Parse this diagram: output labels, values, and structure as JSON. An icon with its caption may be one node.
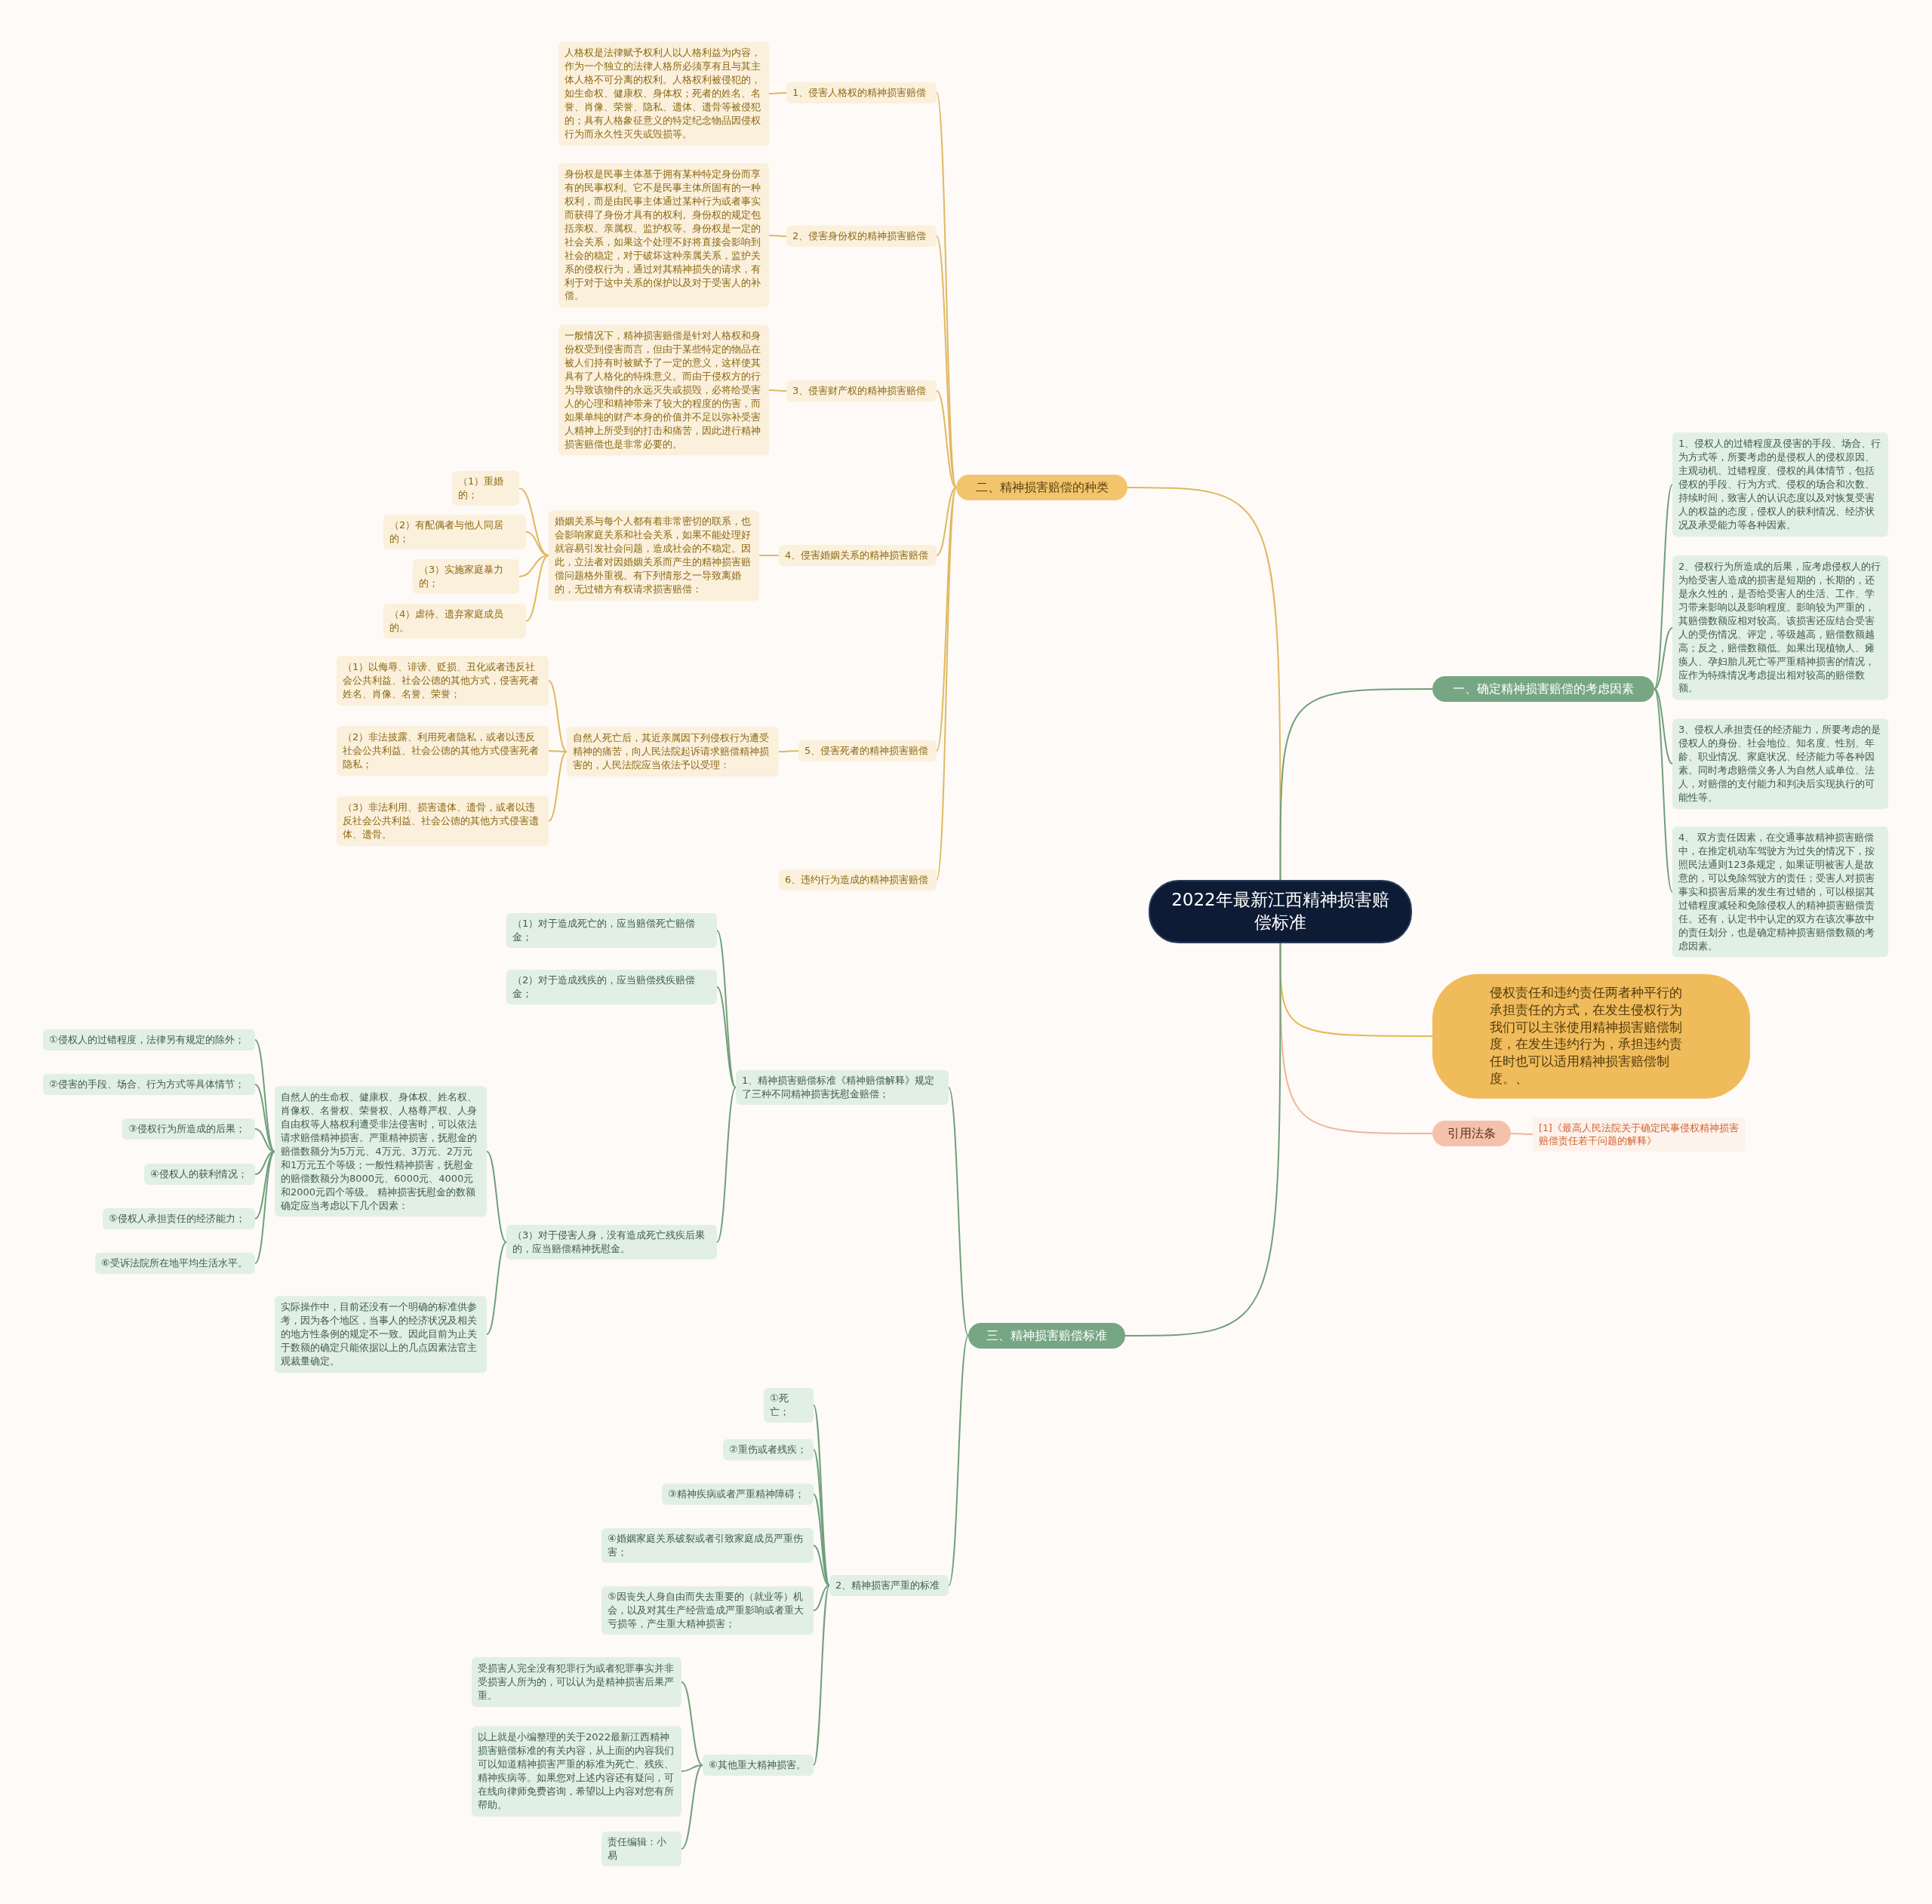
{
  "diagram": {
    "nodes": [
      {
        "text": [
          "2022年最新江西精神损害赔偿标准"
        ]
      },
      {
        "text": [
          "二、精神损害赔偿的种类"
        ]
      },
      {
        "text": [
          "1、侵害人格权的精神损害赔偿"
        ]
      },
      {
        "text": [
          "人格权是法律赋予权利人以人格利益为内容，作为一个独立的法律人格所必须享有且与其主体人格不可分离的权利。人格权利被侵犯的，如生命权、健康权、身体权；死者的姓名、名誉、肖像、荣誉、隐私、遗体、遗骨等被侵犯的；具有人格象征意义的特定纪念物品因侵权行为而永久性灭失或毁损等。"
        ]
      },
      {
        "text": [
          "2、侵害身份权的精神损害赔偿"
        ]
      },
      {
        "text": [
          "身份权是民事主体基于拥有某种特定身份而享有的民事权利。它不是民事主体所固有的一种权利，而是由民事主体通过某种行为或者事实而获得了身份才具有的权利。身份权的规定包括亲权、亲属权、监护权等。身份权是一定的社会关系，如果这个处理不好将直接会影响到社会的稳定，对于破坏这种亲属关系，监护关系的侵权行为，通过对其精神损失的请求，有利于对于这中关系的保护以及对于受害人的补偿。"
        ]
      },
      {
        "text": [
          "3、侵害财产权的精神损害赔偿"
        ]
      },
      {
        "text": [
          "一般情况下，精神损害赔偿是针对人格权和身份权受到侵害而言，但由于某些特定的物品在被人们持有时被赋予了一定的意义，这样使其具有了人格化的特殊意义。而由于侵权方的行为导致该物件的永远灭失或损毁，必将给受害人的心理和精神带来了较大的程度的伤害，而如果单纯的财产本身的价值并不足以弥补受害人精神上所受到的打击和痛苦，因此进行精神损害赔偿也是非常必要的。"
        ]
      },
      {
        "text": [
          "4、侵害婚姻关系的精神损害赔偿"
        ]
      },
      {
        "text": [
          "婚姻关系与每个人都有着非常密切的联系，也会影响家庭关系和社会关系，如果不能处理好就容易引发社会问题，造成社会的不稳定。因此，立法者对因婚姻关系而产生的精神损害赔偿问题格外重视。有下列情形之一导致离婚的，无过错方有权请求损害赔偿："
        ]
      },
      {
        "text": [
          "（1）重婚的；"
        ]
      },
      {
        "text": [
          "（2）有配偶者与他人同居的；"
        ]
      },
      {
        "text": [
          "（3）实施家庭暴力的；"
        ]
      },
      {
        "text": [
          "（4）虐待、遗弃家庭成员的。"
        ]
      },
      {
        "text": [
          "5、侵害死者的精神损害赔偿"
        ]
      },
      {
        "text": [
          "自然人死亡后，其近亲属因下列侵权行为遭受精神的痛苦，向人民法院起诉请求赔偿精神损害的，人民法院应当依法予以受理："
        ]
      },
      {
        "text": [
          "（1）以侮辱、诽谤、贬损、丑化或者违反社会公共利益、社会公德的其他方式，侵害死者姓名、肖像、名誉、荣誉；"
        ]
      },
      {
        "text": [
          "（2）非法披露、利用死者隐私，或者以违反社会公共利益、社会公德的其他方式侵害死者隐私；"
        ]
      },
      {
        "text": [
          "（3）非法利用、损害遗体、遗骨，或者以违反社会公共利益、社会公德的其他方式侵害遗体、遗骨。"
        ]
      },
      {
        "text": [
          "6、违约行为造成的精神损害赔偿"
        ]
      },
      {
        "text": [
          "一、确定精神损害赔偿的考虑因素"
        ]
      },
      {
        "text": [
          "1、侵权人的过错程度及侵害的手段、场合、行为方式等，所要考虑的是侵权人的侵权原因、主观动机、过错程度、侵权的具体情节，包括侵权的手段、行为方式、侵权的场合和次数、持续时间，致害人的认识态度以及对恢复受害人的权益的态度，侵权人的获利情况、经济状况及承受能力等各种因素。"
        ]
      },
      {
        "text": [
          "2、侵权行为所造成的后果，应考虑侵权人的行为给受害人造成的损害是短期的，长期的，还是永久性的，是否给受害人的生活、工作、学习带来影响以及影响程度。影响较为严重的，其赔偿数额应相对较高。该损害还应结合受害人的受伤情况、评定，等级越高，赔偿数额越高；反之，赔偿数额低。如果出现植物人、瘫痪人、孕妇胎儿死亡等严重精神损害的情况，应作为特殊情况考虑提出相对较高的赔偿数额。"
        ]
      },
      {
        "text": [
          "3、侵权人承担责任的经济能力，所要考虑的是侵权人的身份、社会地位、知名度、性别、年龄、职业情况、家庭状况、经济能力等各种因素。同时考虑赔偿义务人为自然人或单位、法人，对赔偿的支付能力和判决后实现执行的可能性等。"
        ]
      },
      {
        "text": [
          "4、 双方责任因素，在交通事故精神损害赔偿中，在推定机动车驾驶方为过失的情况下，按照民法通则123条规定，如果证明被害人是故意的，可以免除驾驶方的责任；受害人对损害事实和损害后果的发生有过错的，可以根据其过错程度减轻和免除侵权人的精神损害赔偿责任。还有，认定书中认定的双方在该次事故中的责任划分，也是确定精神损害赔偿数额的考虑因素。"
        ]
      },
      {
        "text": [
          "侵权责任和违约责任两者种平行的承担责任的方式，在发生侵权行为我们可以主张使用精神损害赔偿制度，在发生违约行为，承担违约责任时也可以适用精神损害赔偿制度。、"
        ]
      },
      {
        "text": [
          "引用法条"
        ]
      },
      {
        "text": [
          "[1]《最高人民法院关于确定民事侵权精神损害赔偿责任若干问题的解释》"
        ]
      },
      {
        "text": [
          "三、精神损害赔偿标准"
        ]
      },
      {
        "text": [
          "1、精神损害赔偿标准《精神赔偿解释》规定了三种不同精神损害抚慰金赔偿；"
        ]
      },
      {
        "text": [
          "（1）对于造成死亡的，应当赔偿死亡赔偿金；"
        ]
      },
      {
        "text": [
          "（2）对于造成残疾的，应当赔偿残疾赔偿金；"
        ]
      },
      {
        "text": [
          "（3）对于侵害人身，没有造成死亡残疾后果的，应当赔偿精神抚慰金。"
        ]
      },
      {
        "text": [
          "自然人的生命权、健康权、身体权、姓名权、肖像权、名誉权、荣誉权、人格尊严权、人身自由权等人格权利遭受非法侵害时，可以依法请求赔偿精神损害。严重精神损害，抚慰金的赔偿数额分为5万元、4万元、3万元、2万元和1万元五个等级；一般性精神损害，抚慰金的赔偿数额分为8000元、6000元、4000元和2000元四个等级。 精神损害抚慰金的数额确定应当考虑以下几个因素："
        ]
      },
      {
        "text": [
          "①侵权人的过错程度，法律另有规定的除外；"
        ]
      },
      {
        "text": [
          "②侵害的手段、场合、行为方式等具体情节；"
        ]
      },
      {
        "text": [
          "③侵权行为所造成的后果；"
        ]
      },
      {
        "text": [
          "④侵权人的获利情况；"
        ]
      },
      {
        "text": [
          "⑤侵权人承担责任的经济能力；"
        ]
      },
      {
        "text": [
          "⑥受诉法院所在地平均生活水平。"
        ]
      },
      {
        "text": [
          "实际操作中，目前还没有一个明确的标准供参考，因为各个地区，当事人的经济状况及相关的地方性条例的规定不一致。因此目前为止关于数额的确定只能依据以上的几点因素法官主观裁量确定。"
        ]
      },
      {
        "text": [
          "2、精神损害严重的标准"
        ]
      },
      {
        "text": [
          "①死亡；"
        ]
      },
      {
        "text": [
          "②重伤或者残疾；"
        ]
      },
      {
        "text": [
          "③精神疾病或者严重精神障碍；"
        ]
      },
      {
        "text": [
          "④婚姻家庭关系破裂或者引致家庭成员严重伤害；"
        ]
      },
      {
        "text": [
          "⑤因丧失人身自由而失去重要的（就业等）机会，以及对其生产经营造成严重影响或者重大亏损等，产生重大精神损害；"
        ]
      },
      {
        "text": [
          "⑥其他重大精神损害。"
        ]
      },
      {
        "text": [
          "受损害人完全没有犯罪行为或者犯罪事实并非受损害人所为的，可以认为是精神损害后果严重。"
        ]
      },
      {
        "text": [
          "以上就是小编整理的关于2022最新江西精神损害赔偿标准的有关内容，从上面的内容我们可以知道精神损害严重的标准为死亡、残疾、精神疾病等。如果您对上述内容还有疑问，可在线向律师免费咨询，希望以上内容对您有所帮助。"
        ]
      },
      {
        "text": [
          "责任编辑：小易"
        ]
      }
    ],
    "edges": [
      {
        "from": 0,
        "to": 1,
        "arrow": "none",
        "color": "#e0b860"
      },
      {
        "from": 1,
        "to": 2,
        "arrow": "none",
        "color": "#e0b860"
      },
      {
        "from": 1,
        "to": 4,
        "arrow": "none",
        "color": "#e0b860"
      },
      {
        "from": 1,
        "to": 6,
        "arrow": "none",
        "color": "#e0b860"
      },
      {
        "from": 1,
        "to": 8,
        "arrow": "none",
        "color": "#e0b860"
      },
      {
        "from": 1,
        "to": 14,
        "arrow": "none",
        "color": "#e0b860"
      },
      {
        "from": 1,
        "to": 19,
        "arrow": "none",
        "color": "#e0b860"
      },
      {
        "from": 2,
        "to": 3,
        "arrow": "none",
        "color": "#e0b860"
      },
      {
        "from": 4,
        "to": 5,
        "arrow": "none",
        "color": "#e0b860"
      },
      {
        "from": 6,
        "to": 7,
        "arrow": "none",
        "color": "#e0b860"
      },
      {
        "from": 8,
        "to": 9,
        "arrow": "none",
        "color": "#e0b860"
      },
      {
        "from": 9,
        "to": 10,
        "arrow": "none",
        "color": "#e0b860"
      },
      {
        "from": 9,
        "to": 11,
        "arrow": "none",
        "color": "#e0b860"
      },
      {
        "from": 9,
        "to": 12,
        "arrow": "none",
        "color": "#e0b860"
      },
      {
        "from": 9,
        "to": 13,
        "arrow": "none",
        "color": "#e0b860"
      },
      {
        "from": 14,
        "to": 15,
        "arrow": "none",
        "color": "#e0b860"
      },
      {
        "from": 15,
        "to": 16,
        "arrow": "none",
        "color": "#e0b860"
      },
      {
        "from": 15,
        "to": 17,
        "arrow": "none",
        "color": "#e0b860"
      },
      {
        "from": 15,
        "to": 18,
        "arrow": "none",
        "color": "#e0b860"
      },
      {
        "from": 0,
        "to": 20,
        "arrow": "none"
      },
      {
        "from": 20,
        "to": 21,
        "arrow": "none"
      },
      {
        "from": 20,
        "to": 22,
        "arrow": "none"
      },
      {
        "from": 20,
        "to": 23,
        "arrow": "none"
      },
      {
        "from": 20,
        "to": 24,
        "arrow": "none"
      },
      {
        "from": 0,
        "to": 25,
        "arrow": "none",
        "color": "#e8b650"
      },
      {
        "from": 0,
        "to": 26,
        "arrow": "none",
        "color": "#f0b49a"
      },
      {
        "from": 26,
        "to": 27,
        "arrow": "none",
        "color": "#f0b49a"
      },
      {
        "from": 0,
        "to": 28,
        "arrow": "none"
      },
      {
        "from": 28,
        "to": 29,
        "arrow": "none"
      },
      {
        "from": 29,
        "to": 30,
        "arrow": "none"
      },
      {
        "from": 29,
        "to": 31,
        "arrow": "none"
      },
      {
        "from": 29,
        "to": 32,
        "arrow": "none"
      },
      {
        "from": 32,
        "to": 33,
        "arrow": "none"
      },
      {
        "from": 32,
        "to": 40,
        "arrow": "none"
      },
      {
        "from": 33,
        "to": 34,
        "arrow": "none"
      },
      {
        "from": 33,
        "to": 35,
        "arrow": "none"
      },
      {
        "from": 33,
        "to": 36,
        "arrow": "none"
      },
      {
        "from": 33,
        "to": 37,
        "arrow": "none"
      },
      {
        "from": 33,
        "to": 38,
        "arrow": "none"
      },
      {
        "from": 33,
        "to": 39,
        "arrow": "none"
      },
      {
        "from": 28,
        "to": 41,
        "arrow": "none"
      },
      {
        "from": 41,
        "to": 42,
        "arrow": "none"
      },
      {
        "from": 41,
        "to": 43,
        "arrow": "none"
      },
      {
        "from": 41,
        "to": 44,
        "arrow": "none"
      },
      {
        "from": 41,
        "to": 45,
        "arrow": "none"
      },
      {
        "from": 41,
        "to": 46,
        "arrow": "none"
      },
      {
        "from": 41,
        "to": 47,
        "arrow": "none"
      },
      {
        "from": 47,
        "to": 48,
        "arrow": "none"
      },
      {
        "from": 47,
        "to": 49,
        "arrow": "none"
      },
      {
        "from": 47,
        "to": 50,
        "arrow": "none"
      }
    ]
  }
}
